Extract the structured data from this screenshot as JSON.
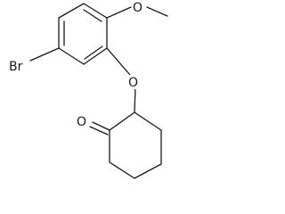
{
  "molecule": {
    "atom_labels": {
      "bromine": "Br",
      "methoxy_oxygen": "O",
      "ether_oxygen": "O",
      "ketone_oxygen": "O"
    }
  },
  "colors": {
    "bond": "#1a1a1a",
    "background": "#ffffff"
  }
}
